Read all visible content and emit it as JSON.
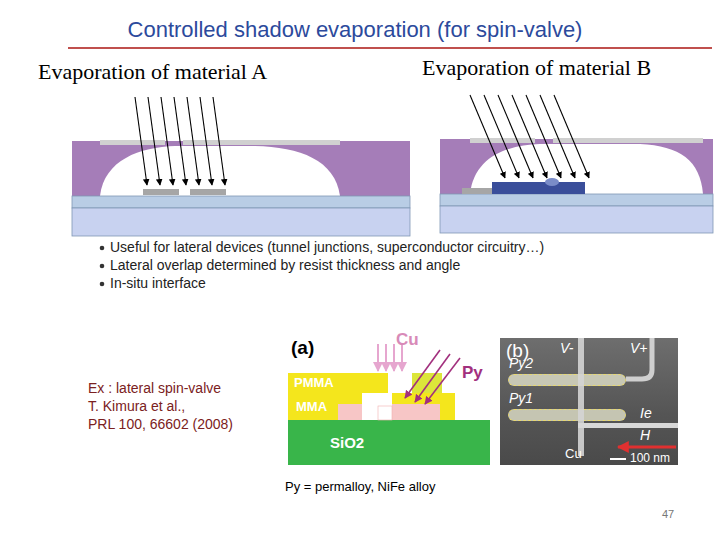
{
  "diagram": {
    "title": "Controlled shadow evaporation (for spin-valve)",
    "caption": "Py = permalloy, NiFe alloy",
    "nodes": [
      {
        "text": [
          "(a)"
        ]
      },
      {
        "text": [
          "PMMA"
        ],
        "in": 0
      },
      {
        "text": [
          "MMA"
        ],
        "in": 0
      },
      {
        "text": [
          "SiO2"
        ],
        "in": 0
      },
      {
        "text": [
          "(b)"
        ]
      },
      {
        "text": [
          "Py2"
        ],
        "in": 4
      },
      {
        "text": [
          "Py1"
        ],
        "in": 4
      }
    ],
    "labels": [
      "Evaporation of material A",
      "Evaporation of material B",
      "Useful for lateral devices (tunnel junctions, superconductor circuitry…)",
      "Lateral overlap determined by resist thickness and angle",
      "In-situ interface",
      "Ex : lateral spin-valve",
      "T. Kimura et al.,",
      "PRL 100, 66602 (2008)",
      "Cu",
      "Py",
      "V-",
      "V+",
      "Ie",
      "H",
      "Cu",
      "100 nm",
      "47"
    ]
  }
}
